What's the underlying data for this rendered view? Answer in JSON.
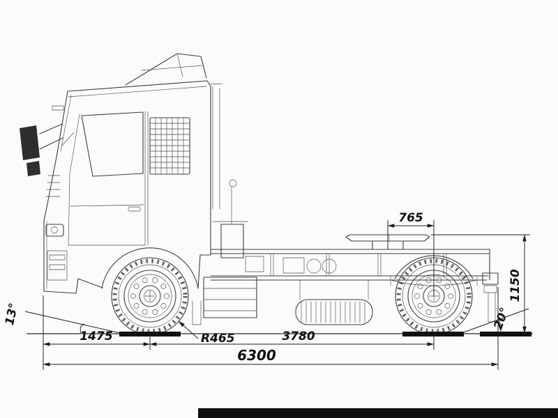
{
  "drawing": {
    "subject": "tractor-truck-side-view-blueprint",
    "colors": {
      "line": "#3c3c3c",
      "dimension": "#1c1c1c",
      "background": "#fbfbfb",
      "dark_fill": "#2e2e2e"
    },
    "dimensions": {
      "fifth_wheel_to_rear_axle": "765",
      "fifth_wheel_height": "1150",
      "front_tilt_angle": "13°",
      "rear_departure_angle": "20°",
      "front_overhang_to_axle": "1475",
      "wheel_radius": "R465",
      "wheelbase": "3780",
      "overall_length": "6300"
    }
  }
}
